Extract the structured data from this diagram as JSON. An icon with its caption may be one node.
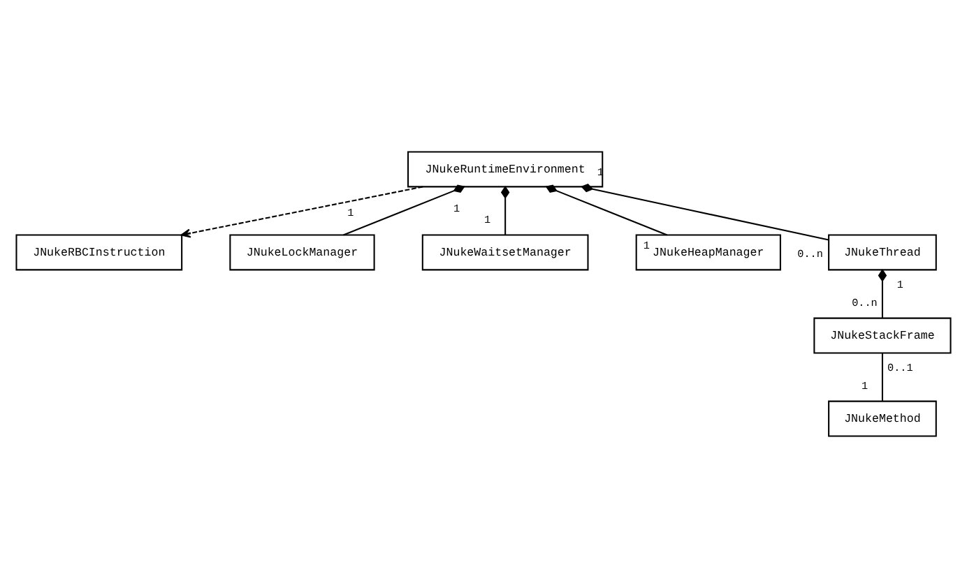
{
  "diagram": {
    "nodes": [
      {
        "text": [
          "JNukeRuntimeEnvironment"
        ]
      },
      {
        "text": [
          "JNukeRBCInstruction"
        ]
      },
      {
        "text": [
          "JNukeLockManager"
        ]
      },
      {
        "text": [
          "JNukeWaitsetManager"
        ]
      },
      {
        "text": [
          "JNukeHeapManager"
        ]
      },
      {
        "text": [
          "JNukeThread"
        ]
      },
      {
        "text": [
          "JNukeStackFrame"
        ]
      },
      {
        "text": [
          "JNukeMethod"
        ]
      }
    ],
    "edges": [
      {
        "from": 0,
        "to": 1,
        "arrow": "to",
        "style": "dashed"
      },
      {
        "from": 0,
        "to": 2,
        "arrow": "other"
      },
      {
        "from": 0,
        "to": 3,
        "arrow": "other"
      },
      {
        "from": 0,
        "to": 4,
        "arrow": "other"
      },
      {
        "from": 0,
        "to": 5,
        "arrow": "other"
      },
      {
        "from": 5,
        "to": 6,
        "arrow": "other"
      },
      {
        "from": 6,
        "to": 7,
        "arrow": "none"
      }
    ],
    "labels": [
      "1",
      "1",
      "0..n",
      "1",
      "1",
      "1",
      "0..n",
      "1",
      "0..1",
      "1"
    ]
  }
}
